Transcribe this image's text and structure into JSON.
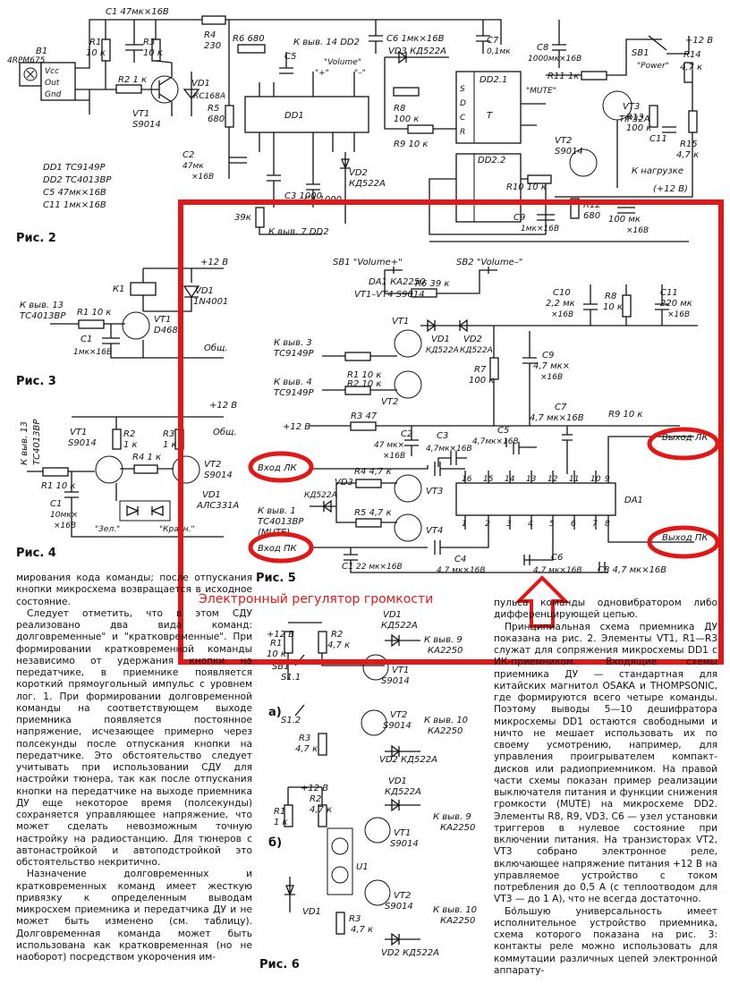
{
  "figure_labels": {
    "fig2": "Рис. 2",
    "fig3": "Рис. 3",
    "fig4": "Рис. 4",
    "fig5": "Рис. 5",
    "fig6": "Рис. 6",
    "fig6a": "а)",
    "fig6b": "б)"
  },
  "fig2": {
    "labels": [
      "B1",
      "4RPM675",
      "Vcc",
      "Out",
      "Gnd",
      "C1 47мк×16В",
      "R1",
      "10 к",
      "R2 1 к",
      "R3",
      "10 к",
      "VT1",
      "S9014",
      "R4",
      "230",
      "VD1",
      "КС168А",
      "R5",
      "680",
      "R6 680",
      "К выв. 14 DD2",
      "C5",
      "\"Volume\"",
      "\"+\"",
      "\"–\"",
      "DD1",
      "C6 1мк×16В",
      "C7",
      "0,1мк",
      "C8",
      "1000мк×16В",
      "+12 В",
      "SB1",
      "\"Power\"",
      "R11 1к",
      "R14",
      "4,7 к",
      "VD3 КД522А",
      "DD2.1",
      "R8",
      "100 к",
      "R9 10 к",
      "\"MUTE\"",
      "VT3",
      "TIP32А",
      "R13",
      "100 к",
      "C11",
      "R15",
      "4,7 к",
      "VT2",
      "S9014",
      "C2",
      "47мк",
      "×16В",
      "C3 1000",
      "C4 1000",
      "VD2",
      "КД522А",
      "DD2.2",
      "R10 10 к",
      "R12",
      "680",
      "К нагрузке",
      "(+12 В)",
      "39к",
      "К выв. 7 DD2",
      "C9",
      "1мк×16В",
      "100 мк",
      "×16В",
      "S",
      "D",
      "C",
      "R",
      "T"
    ],
    "legend": [
      "DD1 TC9149P",
      "DD2 TC4013BP",
      "C5 47мк×16В",
      "C11 1мк×16В"
    ]
  },
  "fig3": {
    "labels": [
      "+12 В",
      "К1",
      "VD1",
      "1N4001",
      "К выв. 13",
      "TC4013BP",
      "R1 10 к",
      "VT1",
      "D468",
      "C1",
      "1мк×16В",
      "Общ."
    ]
  },
  "fig4": {
    "labels": [
      "К выв. 13",
      "TC4013BP",
      "VT1",
      "S9014",
      "R2",
      "1 к",
      "R3",
      "1 к",
      "+12 В",
      "Общ.",
      "R4 1 к",
      "VT2",
      "S9014",
      "R1 10 к",
      "C1",
      "10мк×",
      "×16В",
      "VD1",
      "АЛС331А",
      "\"Зел.\"",
      "\"Красн.\""
    ]
  },
  "fig5": {
    "labels": [
      "SB1 \"Volume+\"",
      "SB2 \"Volume–\"",
      "DA1 КА2250",
      "VT1–VT4 S9014",
      "R6 39 к",
      "C10",
      "2,2 мк",
      "×16В",
      "R8",
      "10 к",
      "C11",
      "220 мк",
      "×16В",
      "VT1",
      "VD1",
      "КД522А",
      "VD2",
      "КД522А",
      "К выв. 3",
      "TC9149P",
      "R1 10 к",
      "К выв. 4",
      "TC9149P",
      "R2 10 к",
      "VT2",
      "R7",
      "100 к",
      "C9",
      "4,7 мк×",
      "×16В",
      "C7",
      "4,7 мк×16В",
      "R9 10 к",
      "+12 В",
      "R3 47",
      "C2",
      "47 мк×",
      "×16В",
      "C3",
      "4,7мк×16В",
      "C5",
      "4,7мк×16В",
      "Выход ЛК",
      "Вход ЛК",
      "VD3",
      "КД522А",
      "R4 4,7 к",
      "VT3",
      "К выв. 1",
      "TC4013BP",
      "(MUTE)",
      "R5 4,7 к",
      "VT4",
      "DA1",
      "Вход ПК",
      "C1",
      "22 мк×16В",
      "C4",
      "4,7 мк×16В",
      "C6",
      "4,7 мк×16В",
      "C8 4,7 мк×16В",
      "Выход ПК",
      "16",
      "15",
      "14",
      "13",
      "12",
      "11",
      "10",
      "9",
      "1",
      "2",
      "3",
      "4",
      "5",
      "6",
      "7",
      "8"
    ],
    "annotation": "Электронный регулятор громкости"
  },
  "fig6": {
    "labels": [
      "+12 В",
      "R1",
      "10 к",
      "R2",
      "4,7 к",
      "VD1",
      "КД522А",
      "К выв. 9",
      "КА2250",
      "SB1",
      "S1.1",
      "VT1",
      "S9014",
      "S1.2",
      "VT2",
      "S9014",
      "К выв. 10",
      "КА2250",
      "R3",
      "4,7 к",
      "VD2 КД522А",
      "+12 В",
      "R1",
      "1 к",
      "R2",
      "4,7 к",
      "VD1",
      "КД522А",
      "К выв. 9",
      "КА2250",
      "U1",
      "VT1",
      "S9014",
      "VT2",
      "S9014",
      "К выв. 10",
      "КА2250",
      "VD1",
      "R3",
      "4,7 к",
      "VD2 КД522А"
    ]
  },
  "text": {
    "left_col": [
      "мирования кода команды; после отпускания кнопки микросхема возвращается в исходное состояние.",
      "Следует отметить, что в этом СДУ реализовано два вида команд: долговременные\" и \"кратковременные\". При формировании кратковременной команды независимо от удержания кнопки на передатчике, в приемнике появляется короткий прямоугольный импульс с уровнем лог. 1. При формировании долговременной команды на соответствующем выходе приемника появляется постоянное напряжение, исчезающее примерно через полсекунды после отпускания кнопки на передатчике. Это обстоятельство следует учитывать при использовании СДУ для настройки тюнера, так как после отпускания кнопки на передатчике на выходе приемника ДУ еще некоторое время (полсекунды) сохраняется управляющее напряжение, что может сделать невозможным точную настройку на радиостанцию. Для тюнеров с автонастройкой и автоподстройкой это обстоятельство некритично.",
      "Назначение долговременных и кратковременных команд имеет жесткую привязку к определенным выводам микросхем приемника и передатчика ДУ и не может быть изменено (см. таблицу). Долговременная команда может быть использована как кратковременная (но не наоборот) посредством укорочения им-"
    ],
    "right_col": [
      "пульса команды одновибратором либо дифференцирующей цепью.",
      "Принципиальная схема приемника ДУ показана на рис. 2. Элементы VT1, R1—R3 служат для сопряжения микросхемы DD1 с ИК-приемником. Входящие схемы приемника ДУ — стандартная для китайских магнитол OSAKA и THOMPSONIC, где формируются всего четыре команды. Поэтому выводы 5—10 дешифратора микросхемы DD1 остаются свободными и ничто не мешает использовать их по своему усмотрению, например, для управления проигрывателем компакт-дисков или радиоприемником. На правой части схемы показан пример реализации выключателя питания и функции снижения громкости (MUTE) на микросхеме DD2. Элементы R8, R9, VD3, C6 — узел установки триггеров в нулевое состояние при включении питания. На транзисторах VT2, VT3 собрано электронное реле, включающее напряжение питания +12 В на управляемое устройство с током потребления до 0,5 А (с теплоотводом для VT3 — до 1 А), что не всегда достаточно.",
      "Бо́льшую универсальность имеет исполнительное устройство приемника, схема которого показана на рис. 3: контакты реле можно использовать для коммутации различных цепей электронной аппарату-"
    ]
  }
}
